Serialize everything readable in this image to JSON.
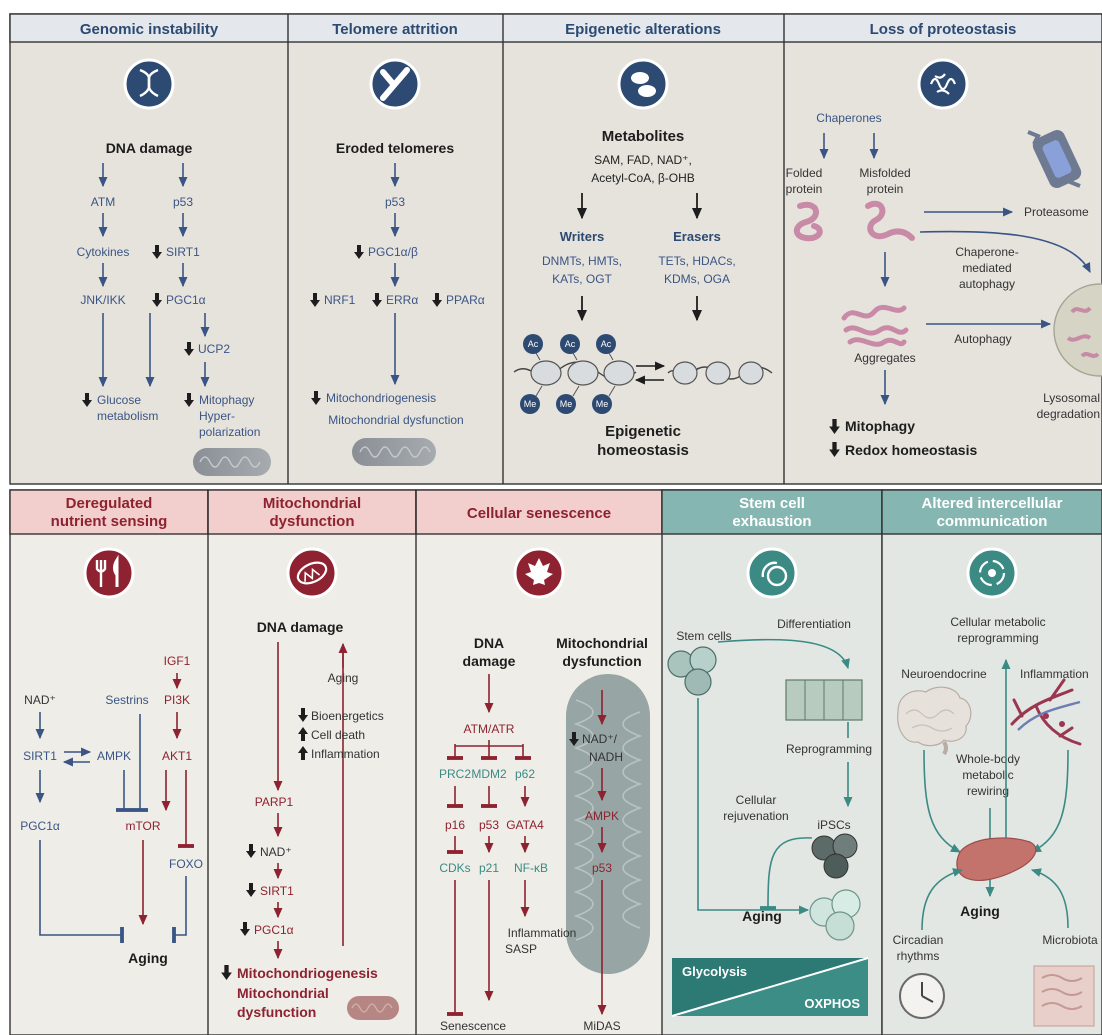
{
  "panels": {
    "genomic": {
      "title": "Genomic instability",
      "dna_damage": "DNA damage",
      "atm": "ATM",
      "p53": "p53",
      "cytokines": "Cytokines",
      "sirt1": "SIRT1",
      "jnk": "JNK/IKK",
      "pgc1a": "PGC1α",
      "ucp2": "UCP2",
      "glucose": "Glucose",
      "metabolism": "metabolism",
      "mitophagy": "Mitophagy",
      "hyper": "Hyper-",
      "polarization": "polarization"
    },
    "telomere": {
      "title": "Telomere attrition",
      "eroded": "Eroded telomeres",
      "p53": "p53",
      "pgc1ab": "PGC1α/β",
      "nrf1": "NRF1",
      "erra": "ERRα",
      "ppara": "PPARα",
      "mitobio": "Mitochondriogenesis",
      "mitodys": "Mitochondrial dysfunction"
    },
    "epigenetic": {
      "title": "Epigenetic alterations",
      "metabolites": "Metabolites",
      "met_line1": "SAM, FAD, NAD⁺,",
      "met_line2": "Acetyl-CoA, β-OHB",
      "writers": "Writers",
      "erasers": "Erasers",
      "w1": "DNMTs, HMTs,",
      "w2": "KATs, OGT",
      "e1": "TETs, HDACs,",
      "e2": "KDMs, OGA",
      "ac": "Ac",
      "me": "Me",
      "homeo1": "Epigenetic",
      "homeo2": "homeostasis"
    },
    "proteostasis": {
      "title": "Loss of proteostasis",
      "chaperones": "Chaperones",
      "folded1": "Folded",
      "folded2": "protein",
      "misfolded1": "Misfolded",
      "misfolded2": "protein",
      "proteasome": "Proteasome",
      "cma1": "Chaperone-",
      "cma2": "mediated",
      "cma3": "autophagy",
      "autophagy": "Autophagy",
      "aggregates": "Aggregates",
      "lyso1": "Lysosomal",
      "lyso2": "degradation",
      "mitophagy": "Mitophagy",
      "redox": "Redox homeostasis"
    },
    "nutrient": {
      "title1": "Deregulated",
      "title2": "nutrient sensing",
      "igf1": "IGF1",
      "nad": "NAD⁺",
      "sestrins": "Sestrins",
      "pi3k": "PI3K",
      "sirt1": "SIRT1",
      "ampk": "AMPK",
      "akt1": "AKT1",
      "pgc1a": "PGC1α",
      "mtor": "mTOR",
      "foxo": "FOXO",
      "aging": "Aging"
    },
    "mito": {
      "title1": "Mitochondrial",
      "title2": "dysfunction",
      "dna_damage": "DNA damage",
      "aging": "Aging",
      "bio": "Bioenergetics",
      "death": "Cell death",
      "inflam": "Inflammation",
      "parp1": "PARP1",
      "nad": "NAD⁺",
      "sirt1": "SIRT1",
      "pgc1a": "PGC1α",
      "mitobio": "Mitochondriogenesis",
      "mitodys1": "Mitochondrial",
      "mitodys2": "dysfunction"
    },
    "senescence": {
      "title": "Cellular senescence",
      "dna1": "DNA",
      "dna2": "damage",
      "md1": "Mitochondrial",
      "md2": "dysfunction",
      "atm": "ATM/ATR",
      "prc2": "PRC2",
      "mdm2": "MDM2",
      "p62": "p62",
      "nad1": "NAD⁺/",
      "nad2": "NADH",
      "p16": "p16",
      "p53": "p53",
      "gata4": "GATA4",
      "ampk": "AMPK",
      "cdks": "CDKs",
      "p21": "p21",
      "nfkb": "NF-κB",
      "p53b": "p53",
      "inflam": "Inflammation",
      "sasp": "SASP",
      "senescence": "Senescence",
      "midas": "MiDAS"
    },
    "stem": {
      "title1": "Stem cell",
      "title2": "exhaustion",
      "stem_cells": "Stem cells",
      "diff": "Differentiation",
      "reprog": "Reprogramming",
      "rejuv1": "Cellular",
      "rejuv2": "rejuvenation",
      "ipscs": "iPSCs",
      "aging": "Aging",
      "glycolysis": "Glycolysis",
      "oxphos": "OXPHOS"
    },
    "intercell": {
      "title1": "Altered intercellular",
      "title2": "communication",
      "cmr1": "Cellular metabolic",
      "cmr2": "reprogramming",
      "neuro": "Neuroendocrine",
      "inflam": "Inflammation",
      "wb1": "Whole-body",
      "wb2": "metabolic",
      "wb3": "rewiring",
      "aging": "Aging",
      "circ1": "Circadian",
      "circ2": "rhythms",
      "micro": "Microbiota"
    }
  },
  "colors": {
    "blue": "#3a5585",
    "red": "#8e2230",
    "teal": "#3b8a84",
    "panel_top": "#e6e3dd",
    "panel_bottom": "#efede8",
    "header_top": "#e4e8ec",
    "header_red": "#f2cfcd",
    "header_teal": "#86b6b2"
  }
}
